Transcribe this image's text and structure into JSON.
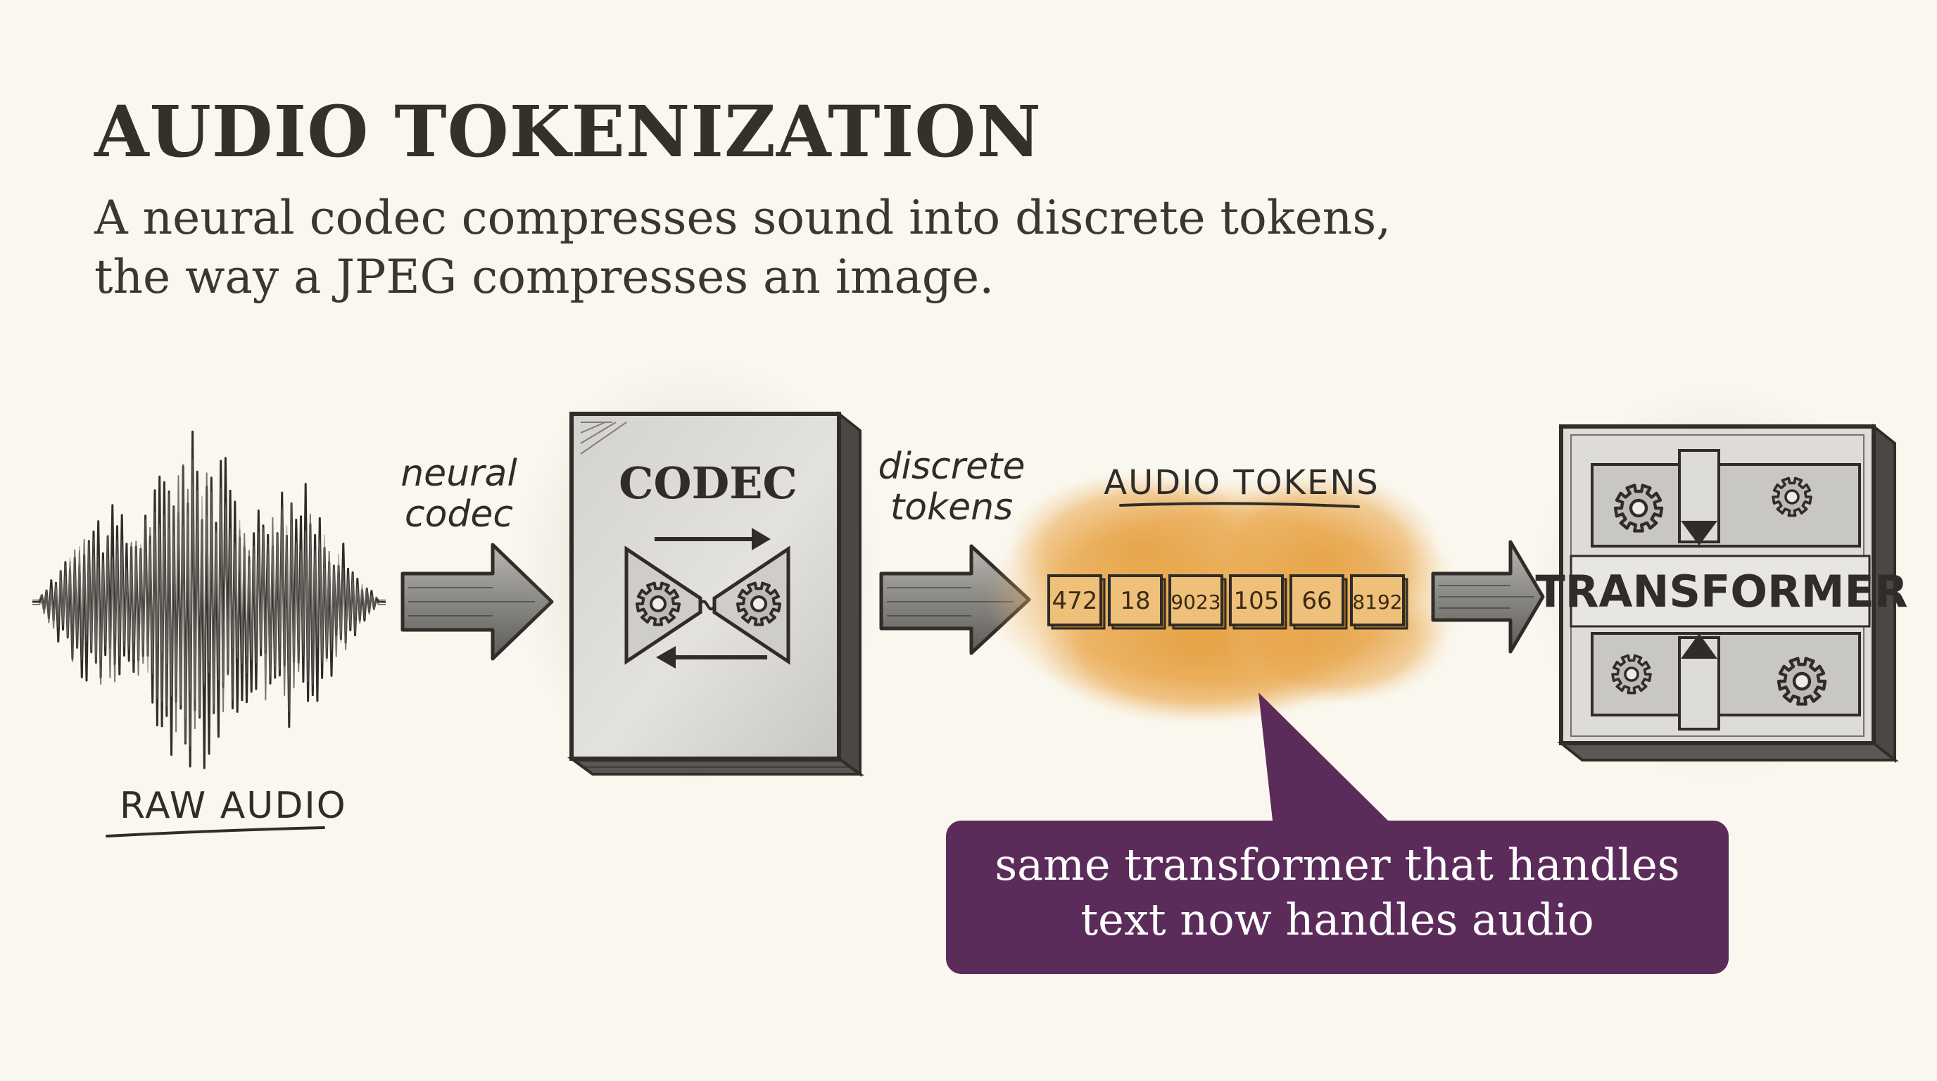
{
  "title": "AUDIO TOKENIZATION",
  "subtitle": {
    "line1": "A neural codec compresses sound into discrete tokens,",
    "line2": "the way a JPEG compresses an image."
  },
  "raw_audio": {
    "label": "RAW AUDIO"
  },
  "arrow1": {
    "line1": "neural",
    "line2": "codec"
  },
  "codec": {
    "label": "CODEC"
  },
  "arrow2": {
    "line1": "discrete",
    "line2": "tokens"
  },
  "audio_tokens": {
    "label": "AUDIO TOKENS",
    "tokens": [
      "472",
      "18",
      "9023",
      "105",
      "66",
      "8192"
    ]
  },
  "transformer": {
    "label": "TRANSFORMER"
  },
  "callout": {
    "line1": "same transformer that handles",
    "line2": "text now handles audio"
  },
  "colors": {
    "background": "#faf7ee",
    "ink": "#2f2c29",
    "token_wash": "#e9a646",
    "callout_bg": "#5b2c5a"
  },
  "icons": [
    "waveform-icon",
    "arrow-right-icon",
    "gear-icon"
  ]
}
